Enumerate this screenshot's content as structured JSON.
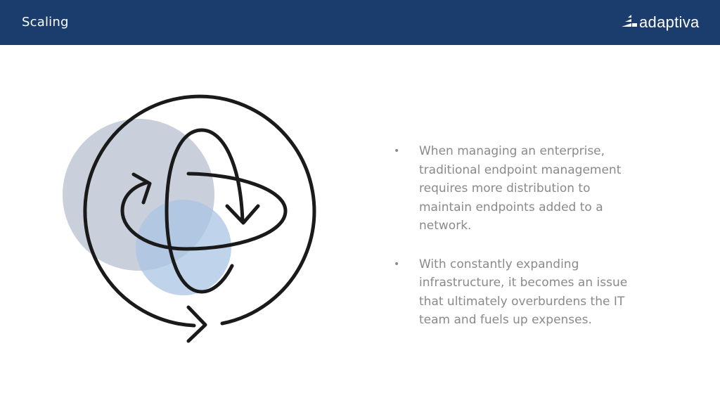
{
  "header": {
    "title": "Scaling",
    "logo_text": "adaptiva",
    "background": "#1b3d6e"
  },
  "illustration": {
    "icon": "scaling-cycle-illustration",
    "colors": {
      "stroke": "#1a1a1a",
      "circle_gray": "#c9d0db",
      "circle_blue": "#a9c4e3"
    }
  },
  "bullets": [
    {
      "marker": "•",
      "text": "When managing an enterprise, traditional endpoint management requires more distribution to maintain endpoints added to a network."
    },
    {
      "marker": "•",
      "text": "With constantly expanding infrastructure, it becomes an issue that ultimately overburdens the IT team and fuels up expenses."
    }
  ]
}
